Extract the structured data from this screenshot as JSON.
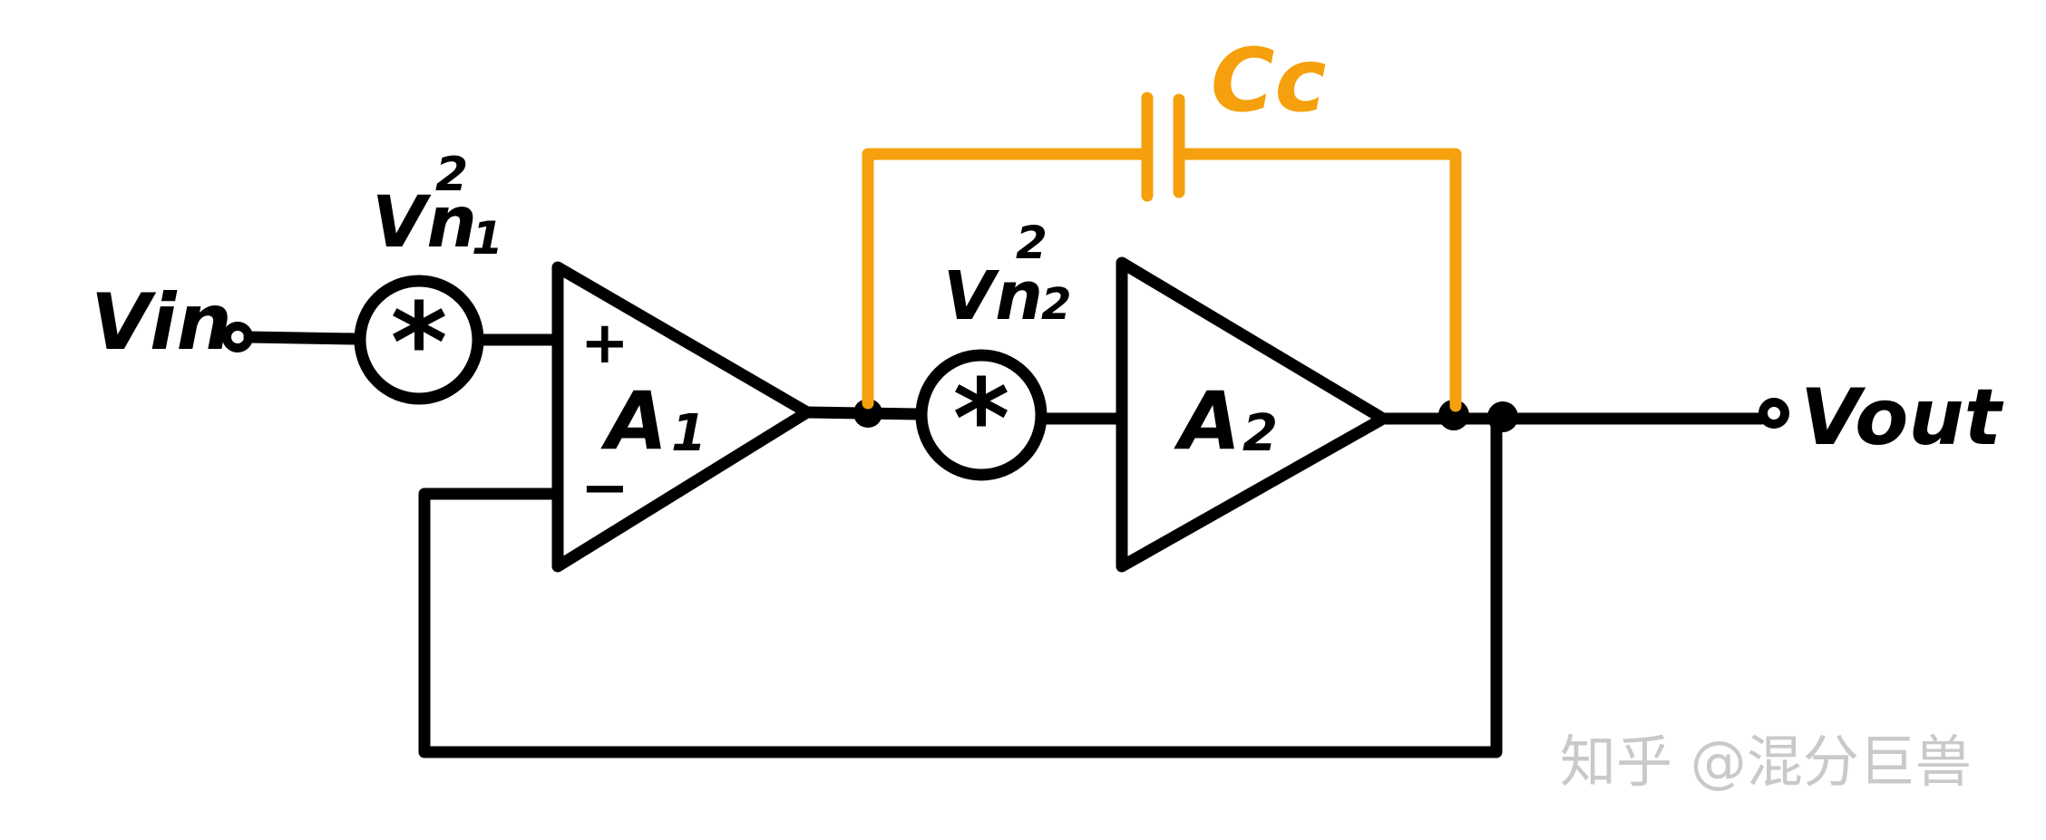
{
  "diagram": {
    "input_label": "Vin",
    "output_label": "Vout",
    "noise_source_1": {
      "label": "Vn",
      "subscript": "1",
      "superscript": "2",
      "symbol": "*"
    },
    "noise_source_2": {
      "label": "Vn",
      "subscript": "2",
      "superscript": "2",
      "symbol": "*"
    },
    "amp_1": {
      "label": "A",
      "subscript": "1",
      "plus_sign": "+",
      "minus_sign": "−"
    },
    "amp_2": {
      "label": "A",
      "subscript": "2"
    },
    "capacitor": {
      "label": "Cc"
    },
    "colors": {
      "wire": "#000000",
      "compensation": "#f5a00c"
    }
  },
  "watermark": "知乎 @混分巨兽"
}
